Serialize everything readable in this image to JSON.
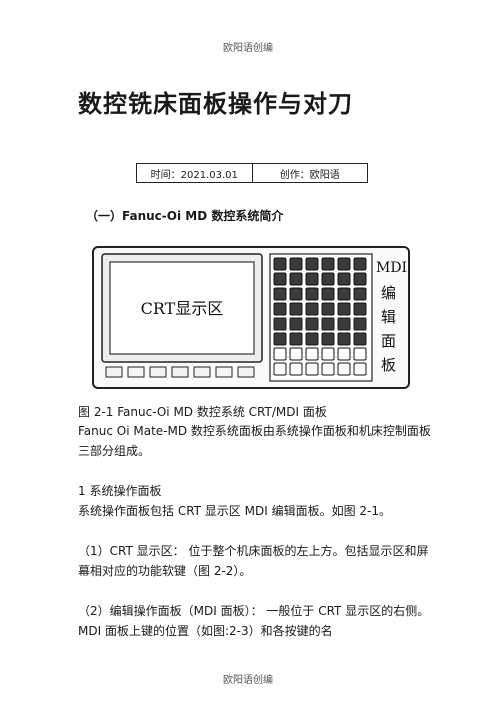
{
  "header_text": "欧阳语创编",
  "footer_text": "欧阳语创编",
  "title": "数控铣床面板操作与对刀",
  "meta": {
    "time": "时间：2021.03.01",
    "author": "创作：欧阳语"
  },
  "section_heading": "（一）Fanuc-Oi MD 数控系统简介",
  "figure": {
    "crt_label": "CRT显示区",
    "mdi_label": [
      "MDI",
      "编",
      "辑",
      "面",
      "板"
    ]
  },
  "caption": "图 2-1  Fanuc-Oi MD 数控系统 CRT/MDI 面板",
  "paragraphs": [
    "Fanuc Oi Mate-MD 数控系统面板由系统操作面板和机床控制面板三部分组成。",
    "1 系统操作面板",
    "系统操作面板包括 CRT 显示区 MDI 编辑面板。如图 2-1。",
    "（1）CRT 显示区： 位于整个机床面板的左上方。包括显示区和屏幕相对应的功能软键（图 2-2）。",
    "（2）编辑操作面板（MDI 面板）： 一般位于 CRT 显示区的右侧。MDI 面板上键的位置（如图:2-3）和各按键的名"
  ]
}
